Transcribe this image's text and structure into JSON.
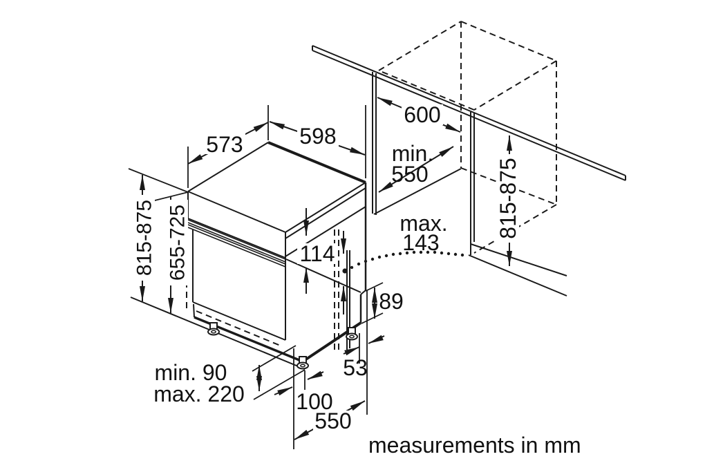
{
  "diagram": {
    "title_hint": "appliance installation dimensions",
    "footer": "measurements in mm",
    "colors": {
      "line": "#1a1a1a",
      "background": "#ffffff"
    },
    "dimensions": {
      "top_depth": "573",
      "top_width": "598",
      "niche_width": "600",
      "niche_depth": [
        "min.",
        "550"
      ],
      "right_height": "815-875",
      "left_height": "815-875",
      "door_panel_height": "655-725",
      "fascia_height": "114",
      "cord_length": [
        "max.",
        "143"
      ],
      "rear_notch_height": "89",
      "rear_foot_offset": "53",
      "plinth_clearance": [
        "min. 90",
        "max. 220"
      ],
      "foot_inset": "100",
      "body_depth": "550"
    }
  }
}
